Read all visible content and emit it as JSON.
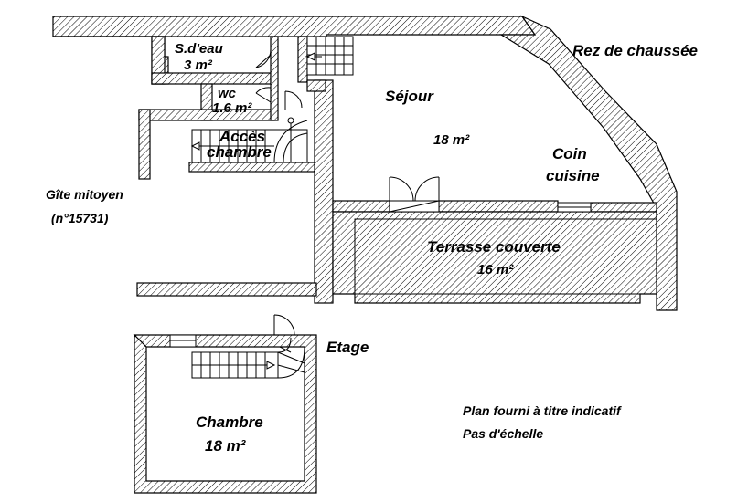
{
  "plan": {
    "level_ground": "Rez de chaussée",
    "level_upper": "Etage",
    "rooms": {
      "salle_eau": {
        "name": "S.d'eau",
        "area": "3 m²"
      },
      "wc": {
        "name": "wc",
        "area": "1.6 m²"
      },
      "acces": {
        "line1": "Accès",
        "line2": "chambre"
      },
      "sejour": {
        "name": "Séjour",
        "area": "18 m²"
      },
      "cuisine": {
        "line1": "Coin",
        "line2": "cuisine"
      },
      "terrasse": {
        "name": "Terrasse couverte",
        "area": "16 m²"
      },
      "chambre": {
        "name": "Chambre",
        "area": "18 m²"
      }
    },
    "neighbor": {
      "line1": "Gîte mitoyen",
      "line2": "(n°15731)"
    },
    "notes": {
      "line1": "Plan fourni à titre indicatif",
      "line2": "Pas d'échelle"
    }
  },
  "colors": {
    "wall_hatch": "#000000",
    "background": "#ffffff"
  }
}
